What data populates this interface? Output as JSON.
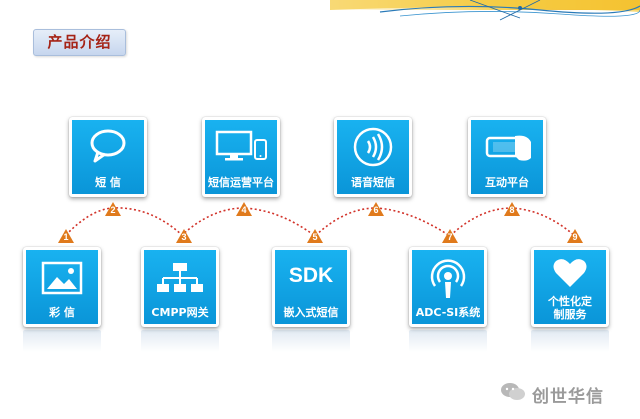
{
  "title": "产品介绍",
  "top_cards": [
    {
      "label": "短 信",
      "icon": "speech-bubble-icon"
    },
    {
      "label": "短信运营平台",
      "icon": "monitor-phone-icon"
    },
    {
      "label": "语音短信",
      "icon": "voice-waves-icon"
    },
    {
      "label": "互动平台",
      "icon": "hand-phone-icon"
    }
  ],
  "bottom_cards": [
    {
      "label": "彩 信",
      "icon": "picture-icon"
    },
    {
      "label": "CMPP网关",
      "icon": "network-tree-icon"
    },
    {
      "label": "嵌入式短信",
      "icon_text": "SDK"
    },
    {
      "label": "ADC-SI系统",
      "icon": "podcast-icon"
    },
    {
      "label": "个性化定制服务",
      "icon": "heart-icon"
    }
  ],
  "steps": [
    "1",
    "2",
    "3",
    "4",
    "5",
    "6",
    "7",
    "8",
    "9"
  ],
  "watermark": "创世华信",
  "colors": {
    "card_blue": "#0fa6e6",
    "badge_orange": "#e07a1c",
    "connector_red": "#d2332a",
    "title_text": "#a52316"
  }
}
